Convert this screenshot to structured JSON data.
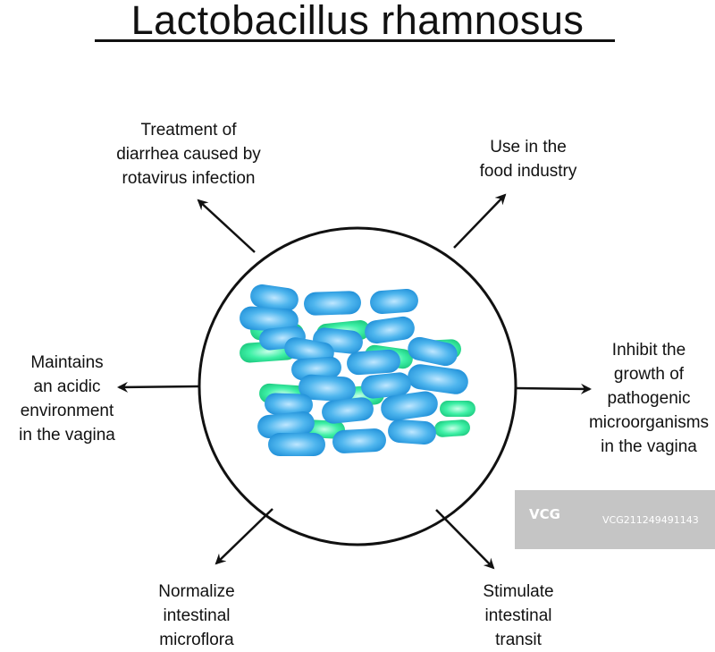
{
  "title": "Lactobacillus rhamnosus",
  "labels": {
    "top_left": "Treatment of\ndiarrhea caused by\nrotavirus infection",
    "top_right": "Use in the\nfood industry",
    "left": "Maintains\nan acidic\nenvironment\nin the vagina",
    "right": "Inhibit the\ngrowth of\npathogenic\nmicroorganisms\nin the vagina",
    "bottom_left": "Normalize\nintestinal\nmicroflora",
    "bottom_right": "Stimulate\nintestinal\ntransit"
  },
  "colors": {
    "blue_bacterium": "#3aa9e8",
    "green_bacterium": "#2ee39a",
    "line": "#111111"
  },
  "watermark": {
    "logo": "VCG",
    "text": "VCG211249491143"
  }
}
